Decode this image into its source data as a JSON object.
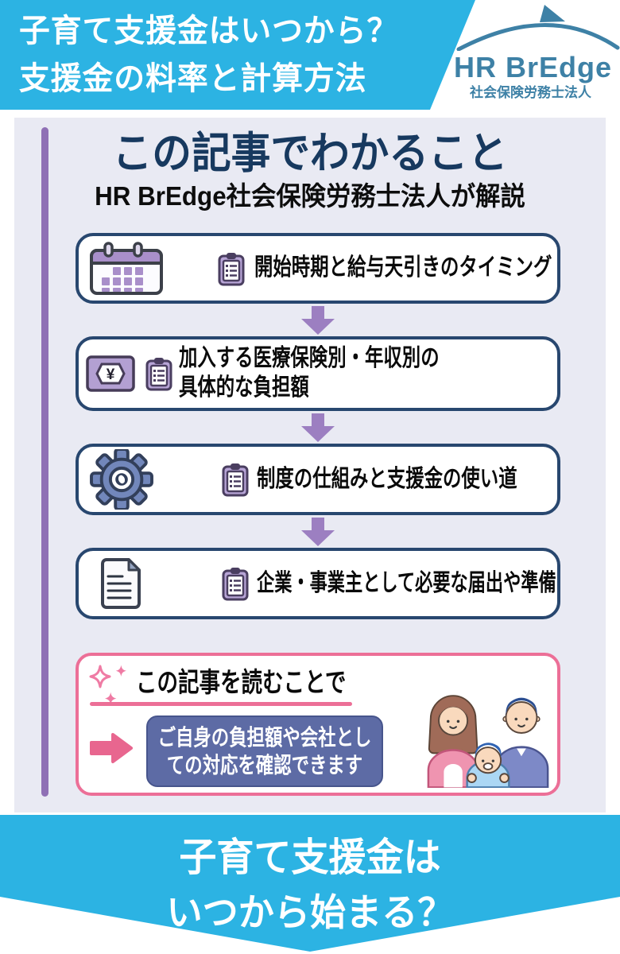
{
  "header": {
    "title_line1": "子育て支援金はいつから？",
    "title_line2": "支援金の料率と計算方法",
    "logo": {
      "name": "HR BrEdge",
      "subtitle": "社会保険労務士法人"
    }
  },
  "article": {
    "heading": "この記事でわかること",
    "subheading": "HR BrEdge社会保険労務士法人が解説",
    "steps": [
      {
        "icon": "calendar-icon",
        "lines": [
          "開始時期と給与天引きのタイミング"
        ]
      },
      {
        "icon": "yen-banknote-icon",
        "lines": [
          "加入する医療保険別・年収別の",
          "具体的な負担額"
        ]
      },
      {
        "icon": "gear-icon",
        "lines": [
          "制度の仕組みと支援金の使い道"
        ]
      },
      {
        "icon": "document-icon",
        "lines": [
          "企業・事業主として必要な届出や準備"
        ]
      }
    ],
    "benefit": {
      "heading": "この記事を読むことで",
      "message_line1": "ご自身の負担額や会社とし",
      "message_line2": "ての対応を確認できます"
    }
  },
  "footer": {
    "line1": "子育て支援金は",
    "line2": "いつから始まる？"
  },
  "icons": {
    "yen_symbol": "¥",
    "list": [
      "calendar-icon",
      "yen-banknote-icon",
      "gear-icon",
      "document-icon",
      "clipboard-icon",
      "sparkles-icon",
      "pink-arrow-icon",
      "down-arrow-icon",
      "bridge-logo-icon",
      "family-illustration"
    ]
  },
  "colors": {
    "header_blue": "#2cb3e3",
    "logo_blue": "#3e81a6",
    "panel_bg": "#e9eaf3",
    "navy_border": "#28476f",
    "heading_navy": "#17395f",
    "purple_accent": "#9c7fc1",
    "purple_line": "#8f70b5",
    "icon_purple": "#a98fca",
    "pink_accent": "#ec6f97",
    "slate_box": "#5d6ba5"
  }
}
